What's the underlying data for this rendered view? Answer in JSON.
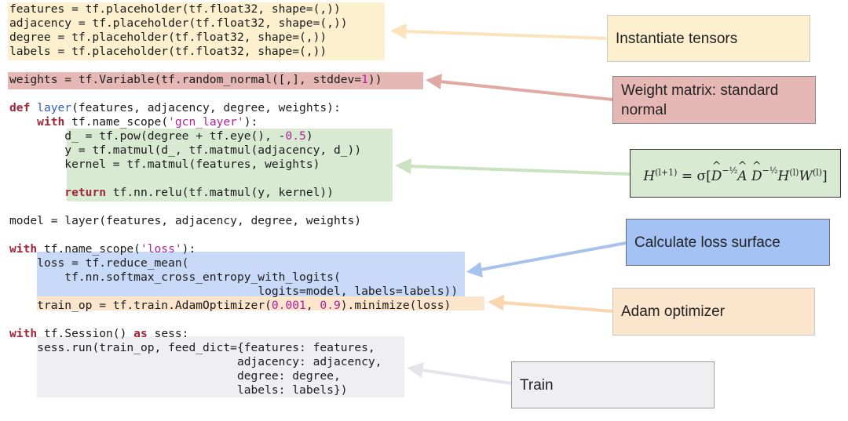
{
  "code": {
    "line1": "features = tf.placeholder(tf.float32, shape=(,))",
    "line2": "adjacency = tf.placeholder(tf.float32, shape=(,))",
    "line3": "degree = tf.placeholder(tf.float32, shape=(,))",
    "line4": "labels = tf.placeholder(tf.float32, shape=(,))",
    "line5a": "weights = tf.Variable(tf.random_normal([,], stddev=",
    "line5b": "1",
    "line5c": "))",
    "line6a": "def",
    "line6b": "layer",
    "line6c": "(features, adjacency, degree, weights):",
    "line7a": "with",
    "line7b": " tf.name_scope(",
    "line7c": "'gcn_layer'",
    "line7d": "):",
    "line8a": "d_ = tf.pow(degree + tf.eye(), -",
    "line8b": "0.5",
    "line8c": ")",
    "line9": "y = tf.matmul(d_, tf.matmul(adjacency, d_))",
    "line10": "kernel = tf.matmul(features, weights)",
    "line11a": "return",
    "line11b": " tf.nn.relu(tf.matmul(y, kernel))",
    "line12": "model = layer(features, adjacency, degree, weights)",
    "line13a": "with",
    "line13b": " tf.name_scope(",
    "line13c": "'loss'",
    "line13d": "):",
    "line14": "loss = tf.reduce_mean(",
    "line15": "tf.nn.softmax_cross_entropy_with_logits(",
    "line16": "logits=model, labels=labels))",
    "line17a": "train_op = tf.train.AdamOptimizer(",
    "line17b": "0.001",
    "line17c": ", ",
    "line17d": "0.9",
    "line17e": ").minimize(loss)",
    "line18a": "with",
    "line18b": " tf.Session() ",
    "line18c": "as",
    "line18d": " sess:",
    "line19": "sess.run(train_op, feed_dict={features: features,",
    "line20": "adjacency: adjacency,",
    "line21": "degree: degree,",
    "line22": "labels: labels})"
  },
  "annotations": {
    "instantiate": "Instantiate tensors",
    "weight": "Weight matrix: standard normal",
    "loss": "Calculate loss surface",
    "adam": "Adam optimizer",
    "train": "Train"
  },
  "formula": {
    "H": "H",
    "sup1": "(l+1)",
    "eq": " = σ[",
    "D": "D",
    "exp": "−½",
    "A": "A",
    "Hl": "H",
    "supl": "(l)",
    "W": "W",
    "supl2": "(l)",
    "close": "]"
  },
  "colors": {
    "yellow": "#fdf0cf",
    "red": "#e6b8b5",
    "green": "#d9ead3",
    "blue": "#c9daf8",
    "orange": "#fce5cd",
    "gray": "#efeff1"
  }
}
